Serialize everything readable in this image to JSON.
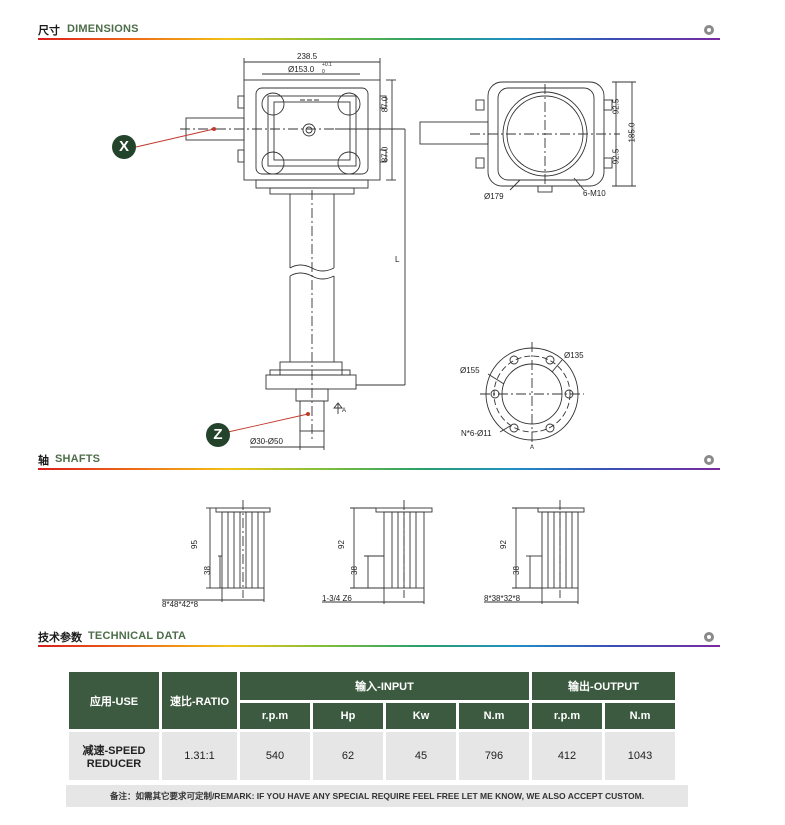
{
  "sections": {
    "dimensions": {
      "cn": "尺寸",
      "en": "DIMENSIONS"
    },
    "shafts": {
      "cn": "轴",
      "en": "SHAFTS"
    },
    "technical": {
      "cn": "技术参数",
      "en": "TECHNICAL DATA"
    }
  },
  "drawing": {
    "dim_width": "238.5",
    "dim_bore": "Ø153.0",
    "dim_bore_tol_upper": "+0.1",
    "dim_bore_tol_lower": "0",
    "dim_87_top": "87.0",
    "dim_87_bottom": "87.0",
    "dim_925_top": "92.5",
    "dim_925_bottom": "92.5",
    "dim_185": "185.0",
    "dim_179": "Ø179",
    "dim_m10": "6-M10",
    "dim_L": "L",
    "dim_shaft_range": "Ø30-Ø50",
    "dim_155": "Ø155",
    "dim_135": "Ø135",
    "dim_holes": "N*6-Ø11",
    "label_A_arrow": "A",
    "label_A_view": "A",
    "badge_x": "X",
    "badge_z": "Z"
  },
  "shafts": [
    {
      "height": "95",
      "inner": "38",
      "spec": "8*48*42*8"
    },
    {
      "height": "92",
      "inner": "38",
      "spec": "1-3/4 Z6"
    },
    {
      "height": "92",
      "inner": "38",
      "spec": "8*38*32*8"
    }
  ],
  "tech_table": {
    "use_header": "应用-USE",
    "ratio_header": "速比-RATIO",
    "input_header": "输入-INPUT",
    "output_header": "输出-OUTPUT",
    "sub_headers": [
      "r.p.m",
      "Hp",
      "Kw",
      "N.m",
      "r.p.m",
      "N.m"
    ],
    "row": {
      "use_line1": "减速-SPEED",
      "use_line2": "REDUCER",
      "ratio": "1.31:1",
      "values": [
        "540",
        "62",
        "45",
        "796",
        "412",
        "1043"
      ]
    },
    "remark": "备注：如需其它要求可定制/REMARK: IF YOU HAVE ANY SPECIAL REQUIRE FEEL FREE LET ME KNOW, WE ALSO ACCEPT CUSTOM."
  }
}
